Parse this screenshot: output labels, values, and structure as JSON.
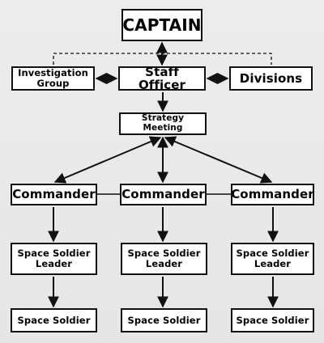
{
  "nodes": {
    "captain": "CAPTAIN",
    "staff_officer": "Staff Officer",
    "investigation_group": "Investigation\nGroup",
    "divisions": "Divisions",
    "strategy_meeting": "Strategy Meeting",
    "commander_left": "Commander",
    "commander_center": "Commander",
    "commander_right": "Commander",
    "leader_left": "Space Soldier\nLeader",
    "leader_center": "Space Soldier\nLeader",
    "leader_right": "Space Soldier\nLeader",
    "soldier_left": "Space Soldier",
    "soldier_center": "Space Soldier",
    "soldier_right": "Space Soldier"
  },
  "colors": {
    "background": "#e9e9e9",
    "box_fill": "#ffffff",
    "line": "#111111"
  }
}
